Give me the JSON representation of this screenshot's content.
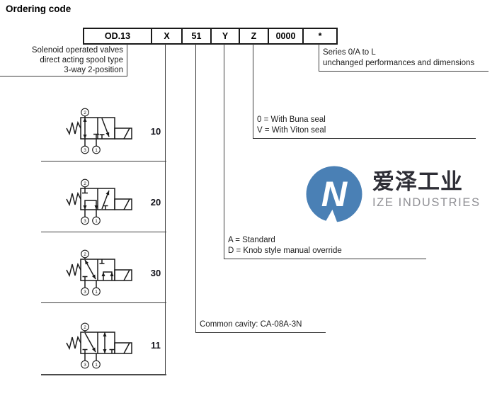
{
  "page": {
    "title": "Ordering code"
  },
  "ordering_code": {
    "segments": [
      "OD.13",
      "X",
      "51",
      "Y",
      "Z",
      "0000",
      "*"
    ]
  },
  "annotations": {
    "left_label": {
      "lines": [
        "Solenoid operated valves",
        "direct acting spool type",
        "3-way 2-position"
      ]
    },
    "series": {
      "lines": [
        "Series 0/A to L",
        "unchanged performances and dimensions"
      ]
    },
    "seal": {
      "lines": [
        "0 = With Buna seal",
        "V = With Viton seal"
      ]
    },
    "override": {
      "lines": [
        "A = Standard",
        "D = Knob style manual override"
      ]
    },
    "cavity": {
      "lines": [
        "Common cavity: CA-08A-3N"
      ]
    }
  },
  "valves": [
    {
      "code": "10",
      "ports": [
        "2",
        "3",
        "1"
      ]
    },
    {
      "code": "20",
      "ports": [
        "2",
        "3",
        "1"
      ]
    },
    {
      "code": "30",
      "ports": [
        "2",
        "3",
        "1"
      ]
    },
    {
      "code": "11",
      "ports": [
        "2",
        "3",
        "1"
      ]
    }
  ],
  "logo": {
    "monogram": "N",
    "cn": "爱泽工业",
    "en": "IZE INDUSTRIES",
    "circle_color": "#4a80b5",
    "cn_color": "#2e2e36",
    "en_color": "#8f8f94"
  }
}
